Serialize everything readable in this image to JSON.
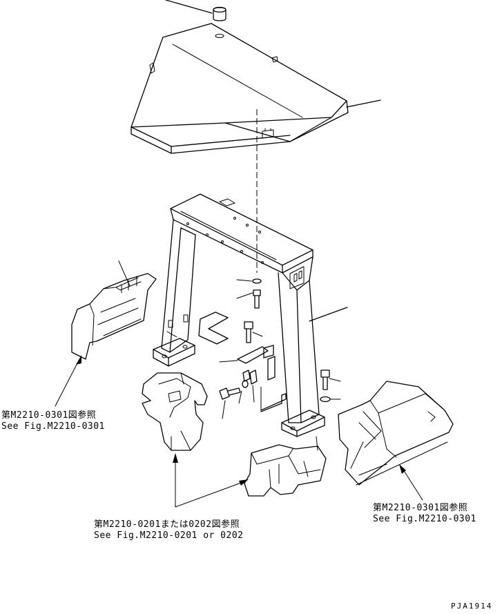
{
  "callouts": {
    "left": {
      "jp": "第M2210-0301図参照",
      "en": "See Fig.M2210-0301"
    },
    "center": {
      "jp": "第M2210-0201または0202図参照",
      "en": "See Fig.M2210-0201 or 0202"
    },
    "right": {
      "jp": "第M2210-0301図参照",
      "en": "See Fig.M2210-0301"
    }
  },
  "drawing_code": "PJA1914"
}
